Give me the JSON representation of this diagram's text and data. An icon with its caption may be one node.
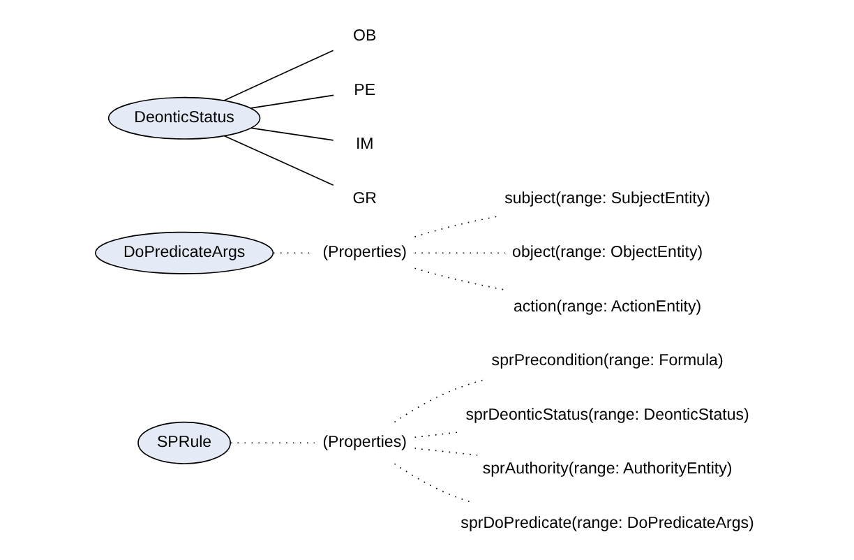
{
  "diagram": {
    "nodes": [
      {
        "text": [
          "SPRule"
        ]
      },
      {
        "text": [
          "(Properties)"
        ]
      },
      {
        "text": [
          "sprPrecondition(range: Formula)"
        ]
      },
      {
        "text": [
          "sprDeonticStatus(range: DeonticStatus)"
        ]
      },
      {
        "text": [
          "sprAuthority(range: AuthorityEntity)"
        ]
      },
      {
        "text": [
          "sprDoPredicate(range: DoPredicateArgs)"
        ]
      },
      {
        "text": [
          "DoPredicateArgs"
        ]
      },
      {
        "text": [
          "(Properties)"
        ]
      },
      {
        "text": [
          "subject(range: SubjectEntity)"
        ]
      },
      {
        "text": [
          "object(range: ObjectEntity)"
        ]
      },
      {
        "text": [
          "action(range: ActionEntity)"
        ]
      },
      {
        "text": [
          "DeonticStatus"
        ]
      },
      {
        "text": [
          "OB"
        ]
      },
      {
        "text": [
          "PE"
        ]
      },
      {
        "text": [
          "IM"
        ]
      },
      {
        "text": [
          "GR"
        ]
      }
    ],
    "edges": [
      {
        "from": 0,
        "to": 1,
        "arrow": "none",
        "style": "dashed"
      },
      {
        "from": 1,
        "to": 2,
        "arrow": "none",
        "style": "dashed"
      },
      {
        "from": 1,
        "to": 3,
        "arrow": "none",
        "style": "dashed"
      },
      {
        "from": 1,
        "to": 4,
        "arrow": "none",
        "style": "dashed"
      },
      {
        "from": 1,
        "to": 5,
        "arrow": "none",
        "style": "dashed"
      },
      {
        "from": 6,
        "to": 7,
        "arrow": "none",
        "style": "dashed"
      },
      {
        "from": 7,
        "to": 8,
        "arrow": "none",
        "style": "dashed"
      },
      {
        "from": 7,
        "to": 9,
        "arrow": "none",
        "style": "dashed"
      },
      {
        "from": 7,
        "to": 10,
        "arrow": "none",
        "style": "dashed"
      },
      {
        "from": 11,
        "to": 12,
        "arrow": "none"
      },
      {
        "from": 11,
        "to": 13,
        "arrow": "none"
      },
      {
        "from": 11,
        "to": 14,
        "arrow": "none"
      },
      {
        "from": 11,
        "to": 15,
        "arrow": "none"
      }
    ]
  }
}
